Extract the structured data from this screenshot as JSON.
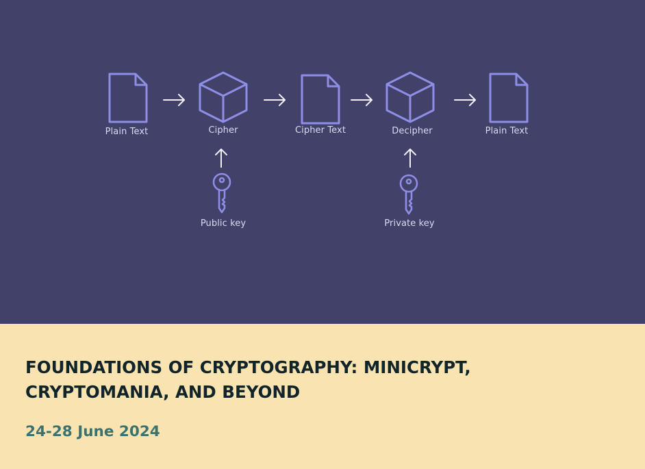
{
  "diagram": {
    "stages": [
      {
        "label": "Plain Text",
        "icon": "document-icon"
      },
      {
        "label": "Cipher",
        "icon": "cube-icon"
      },
      {
        "label": "Cipher Text",
        "icon": "document-icon"
      },
      {
        "label": "Decipher",
        "icon": "cube-icon"
      },
      {
        "label": "Plain Text",
        "icon": "document-icon"
      }
    ],
    "keys": [
      {
        "label": "Public key",
        "icon": "key-icon"
      },
      {
        "label": "Private key",
        "icon": "key-icon"
      }
    ],
    "colors": {
      "icon_stroke": "#8f8ee6",
      "arrow": "#f1f1f6",
      "label": "#d9dcf1",
      "background": "#42416a"
    }
  },
  "event": {
    "title": "FOUNDATIONS OF CRYPTOGRAPHY: MINICRYPT, CRYPTOMANIA, AND BEYOND",
    "dates": "24-28 June 2024"
  },
  "colors": {
    "footer_background": "#f9e4b1",
    "title": "#11242a",
    "dates": "#3a7270"
  }
}
